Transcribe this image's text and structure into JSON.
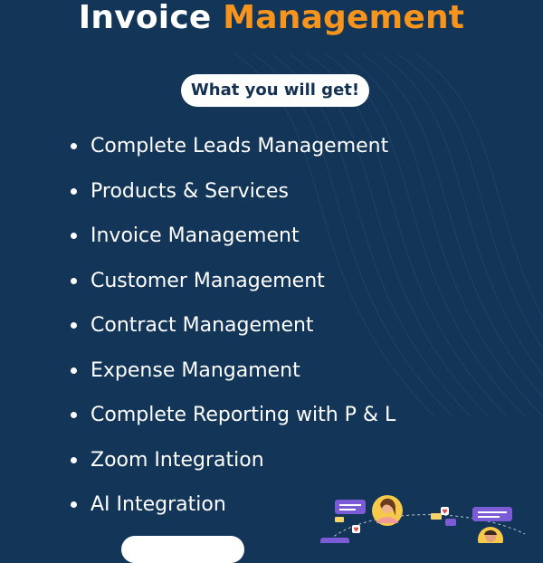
{
  "header": {
    "title_part1": "Invoice",
    "title_part2": "Management"
  },
  "badge": {
    "label": "What you will get!"
  },
  "features": [
    "Complete Leads Management",
    "Products & Services",
    "Invoice Management",
    "Customer Management",
    "Contract Management",
    "Expense Mangament",
    "Complete Reporting with P & L",
    "Zoom Integration",
    "AI Integration"
  ],
  "colors": {
    "background": "#123558",
    "accent": "#f7941d",
    "text": "#ffffff"
  },
  "icons": [
    "person-icon",
    "chat-bubble-icon",
    "heart-icon"
  ]
}
